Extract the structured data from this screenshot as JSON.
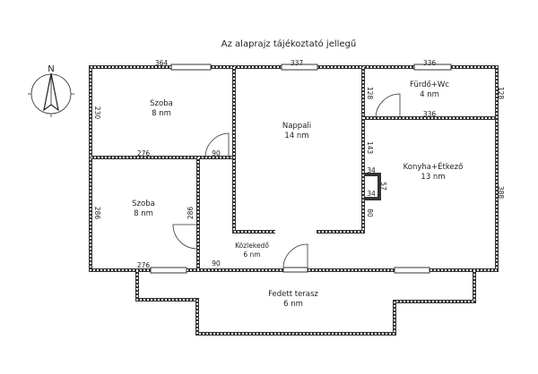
{
  "title": "Az alaprajz tájékoztató jellegű",
  "compass": {
    "label": "N"
  },
  "rooms": [
    {
      "name": "Szoba",
      "area": "8 nm"
    },
    {
      "name": "Nappali",
      "area": "14 nm"
    },
    {
      "name": "Fürdő+Wc",
      "area": "4 nm"
    },
    {
      "name": "Szoba",
      "area": "8 nm"
    },
    {
      "name": "Konyha+Étkező",
      "area": "13 nm"
    },
    {
      "name": "Közlekedő",
      "area": "6 nm"
    },
    {
      "name": "Fedett terasz",
      "area": "6 nm"
    }
  ],
  "dimensions": {
    "szoba1_top": "364",
    "nappali_top": "337",
    "bath_top": "336",
    "szoba1_left": "230",
    "szoba1_bottom": "276",
    "szoba1_door": "90",
    "bath_left": "128",
    "bath_right": "128",
    "bath_bottom": "336",
    "kitchen_left": "143",
    "chimney_top": "34",
    "chimney_bottom": "34",
    "chimney_side": "57",
    "kitchen_left_lower": "80",
    "kitchen_right": "388",
    "szoba2_left": "286",
    "szoba2_right": "286",
    "szoba2_bottom": "276",
    "hall_bottom": "90"
  }
}
